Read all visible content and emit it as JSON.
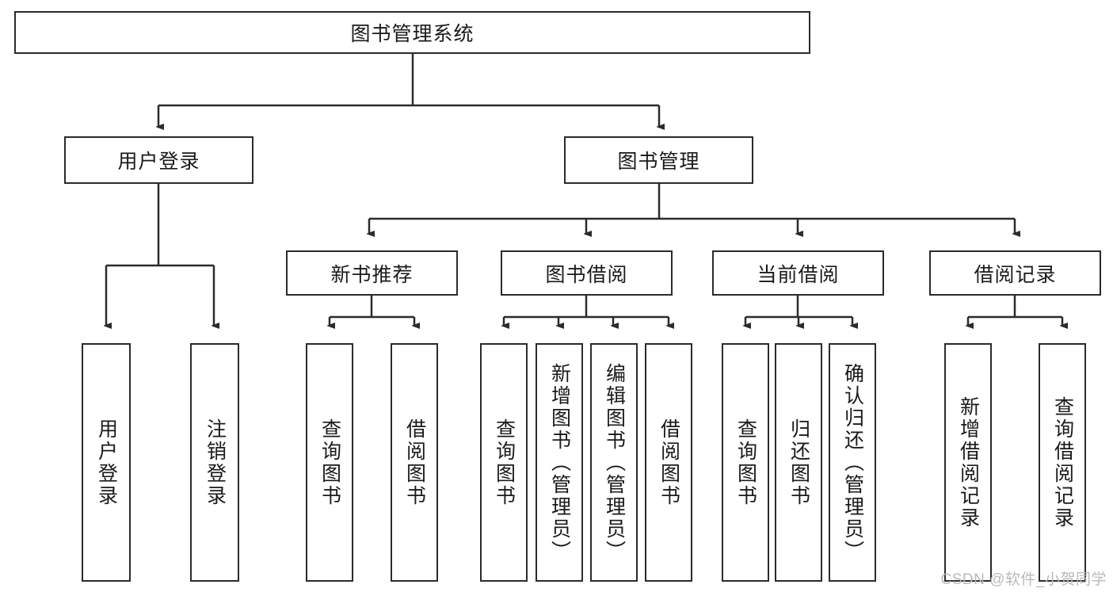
{
  "diagram": {
    "title": "图书管理系统",
    "type": "tree-hierarchy",
    "root": {
      "id": "root",
      "label": "图书管理系统"
    },
    "level2": [
      {
        "id": "user-login",
        "label": "用户登录"
      },
      {
        "id": "book-manage",
        "label": "图书管理"
      }
    ],
    "level3": [
      {
        "id": "new-book-rec",
        "label": "新书推荐",
        "parent": "book-manage"
      },
      {
        "id": "book-borrow",
        "label": "图书借阅",
        "parent": "book-manage"
      },
      {
        "id": "current-borrow",
        "label": "当前借阅",
        "parent": "book-manage"
      },
      {
        "id": "borrow-record",
        "label": "借阅记录",
        "parent": "book-manage"
      }
    ],
    "leaves": [
      {
        "id": "leaf-user-login",
        "label": "用户登录",
        "parent": "user-login"
      },
      {
        "id": "leaf-logout",
        "label": "注销登录",
        "parent": "user-login"
      },
      {
        "id": "leaf-query-book-1",
        "label": "查询图书",
        "parent": "new-book-rec"
      },
      {
        "id": "leaf-borrow-book-1",
        "label": "借阅图书",
        "parent": "new-book-rec"
      },
      {
        "id": "leaf-query-book-2",
        "label": "查询图书",
        "parent": "book-borrow"
      },
      {
        "id": "leaf-add-book",
        "label": "新增图书（管理员）",
        "parent": "book-borrow"
      },
      {
        "id": "leaf-edit-book",
        "label": "编辑图书（管理员）",
        "parent": "book-borrow"
      },
      {
        "id": "leaf-borrow-book-2",
        "label": "借阅图书",
        "parent": "book-borrow"
      },
      {
        "id": "leaf-query-book-3",
        "label": "查询图书",
        "parent": "current-borrow"
      },
      {
        "id": "leaf-return-book",
        "label": "归还图书",
        "parent": "current-borrow"
      },
      {
        "id": "leaf-confirm-return",
        "label": "确认归还（管理员）",
        "parent": "current-borrow"
      },
      {
        "id": "leaf-add-record",
        "label": "新增借阅记录",
        "parent": "borrow-record"
      },
      {
        "id": "leaf-query-record",
        "label": "查询借阅记录",
        "parent": "borrow-record"
      }
    ]
  },
  "watermark": {
    "text": "CSDN @软件_小贺同学"
  },
  "colors": {
    "border": "#2b2b2b",
    "background": "#ffffff",
    "text": "#1a1a1a",
    "watermark": "#b9b9b9"
  }
}
